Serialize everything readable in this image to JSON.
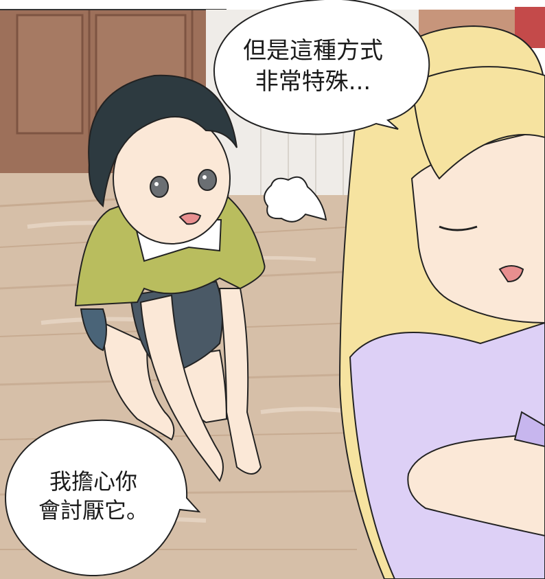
{
  "panel": {
    "speech_bubbles": [
      {
        "speaker": "blonde-girl",
        "lines": [
          "但是這種方式",
          "非常特殊..."
        ]
      },
      {
        "speaker": "offscreen",
        "lines": [
          "我擔心你",
          "會討厭它。"
        ]
      }
    ]
  },
  "colors": {
    "floor": "#d2b9a0",
    "wall_wood": "#9b6e58",
    "wall_panel": "#ece9e4",
    "boy_hair": "#2d3a40",
    "boy_shirt": "#b9bd5e",
    "boy_shorts": "#4a5966",
    "skin": "#fbe8d7",
    "girl_hair": "#f6e3a0",
    "girl_shirt": "#ddd0f6",
    "bubble_fill": "#ffffff",
    "outline": "#222222"
  }
}
